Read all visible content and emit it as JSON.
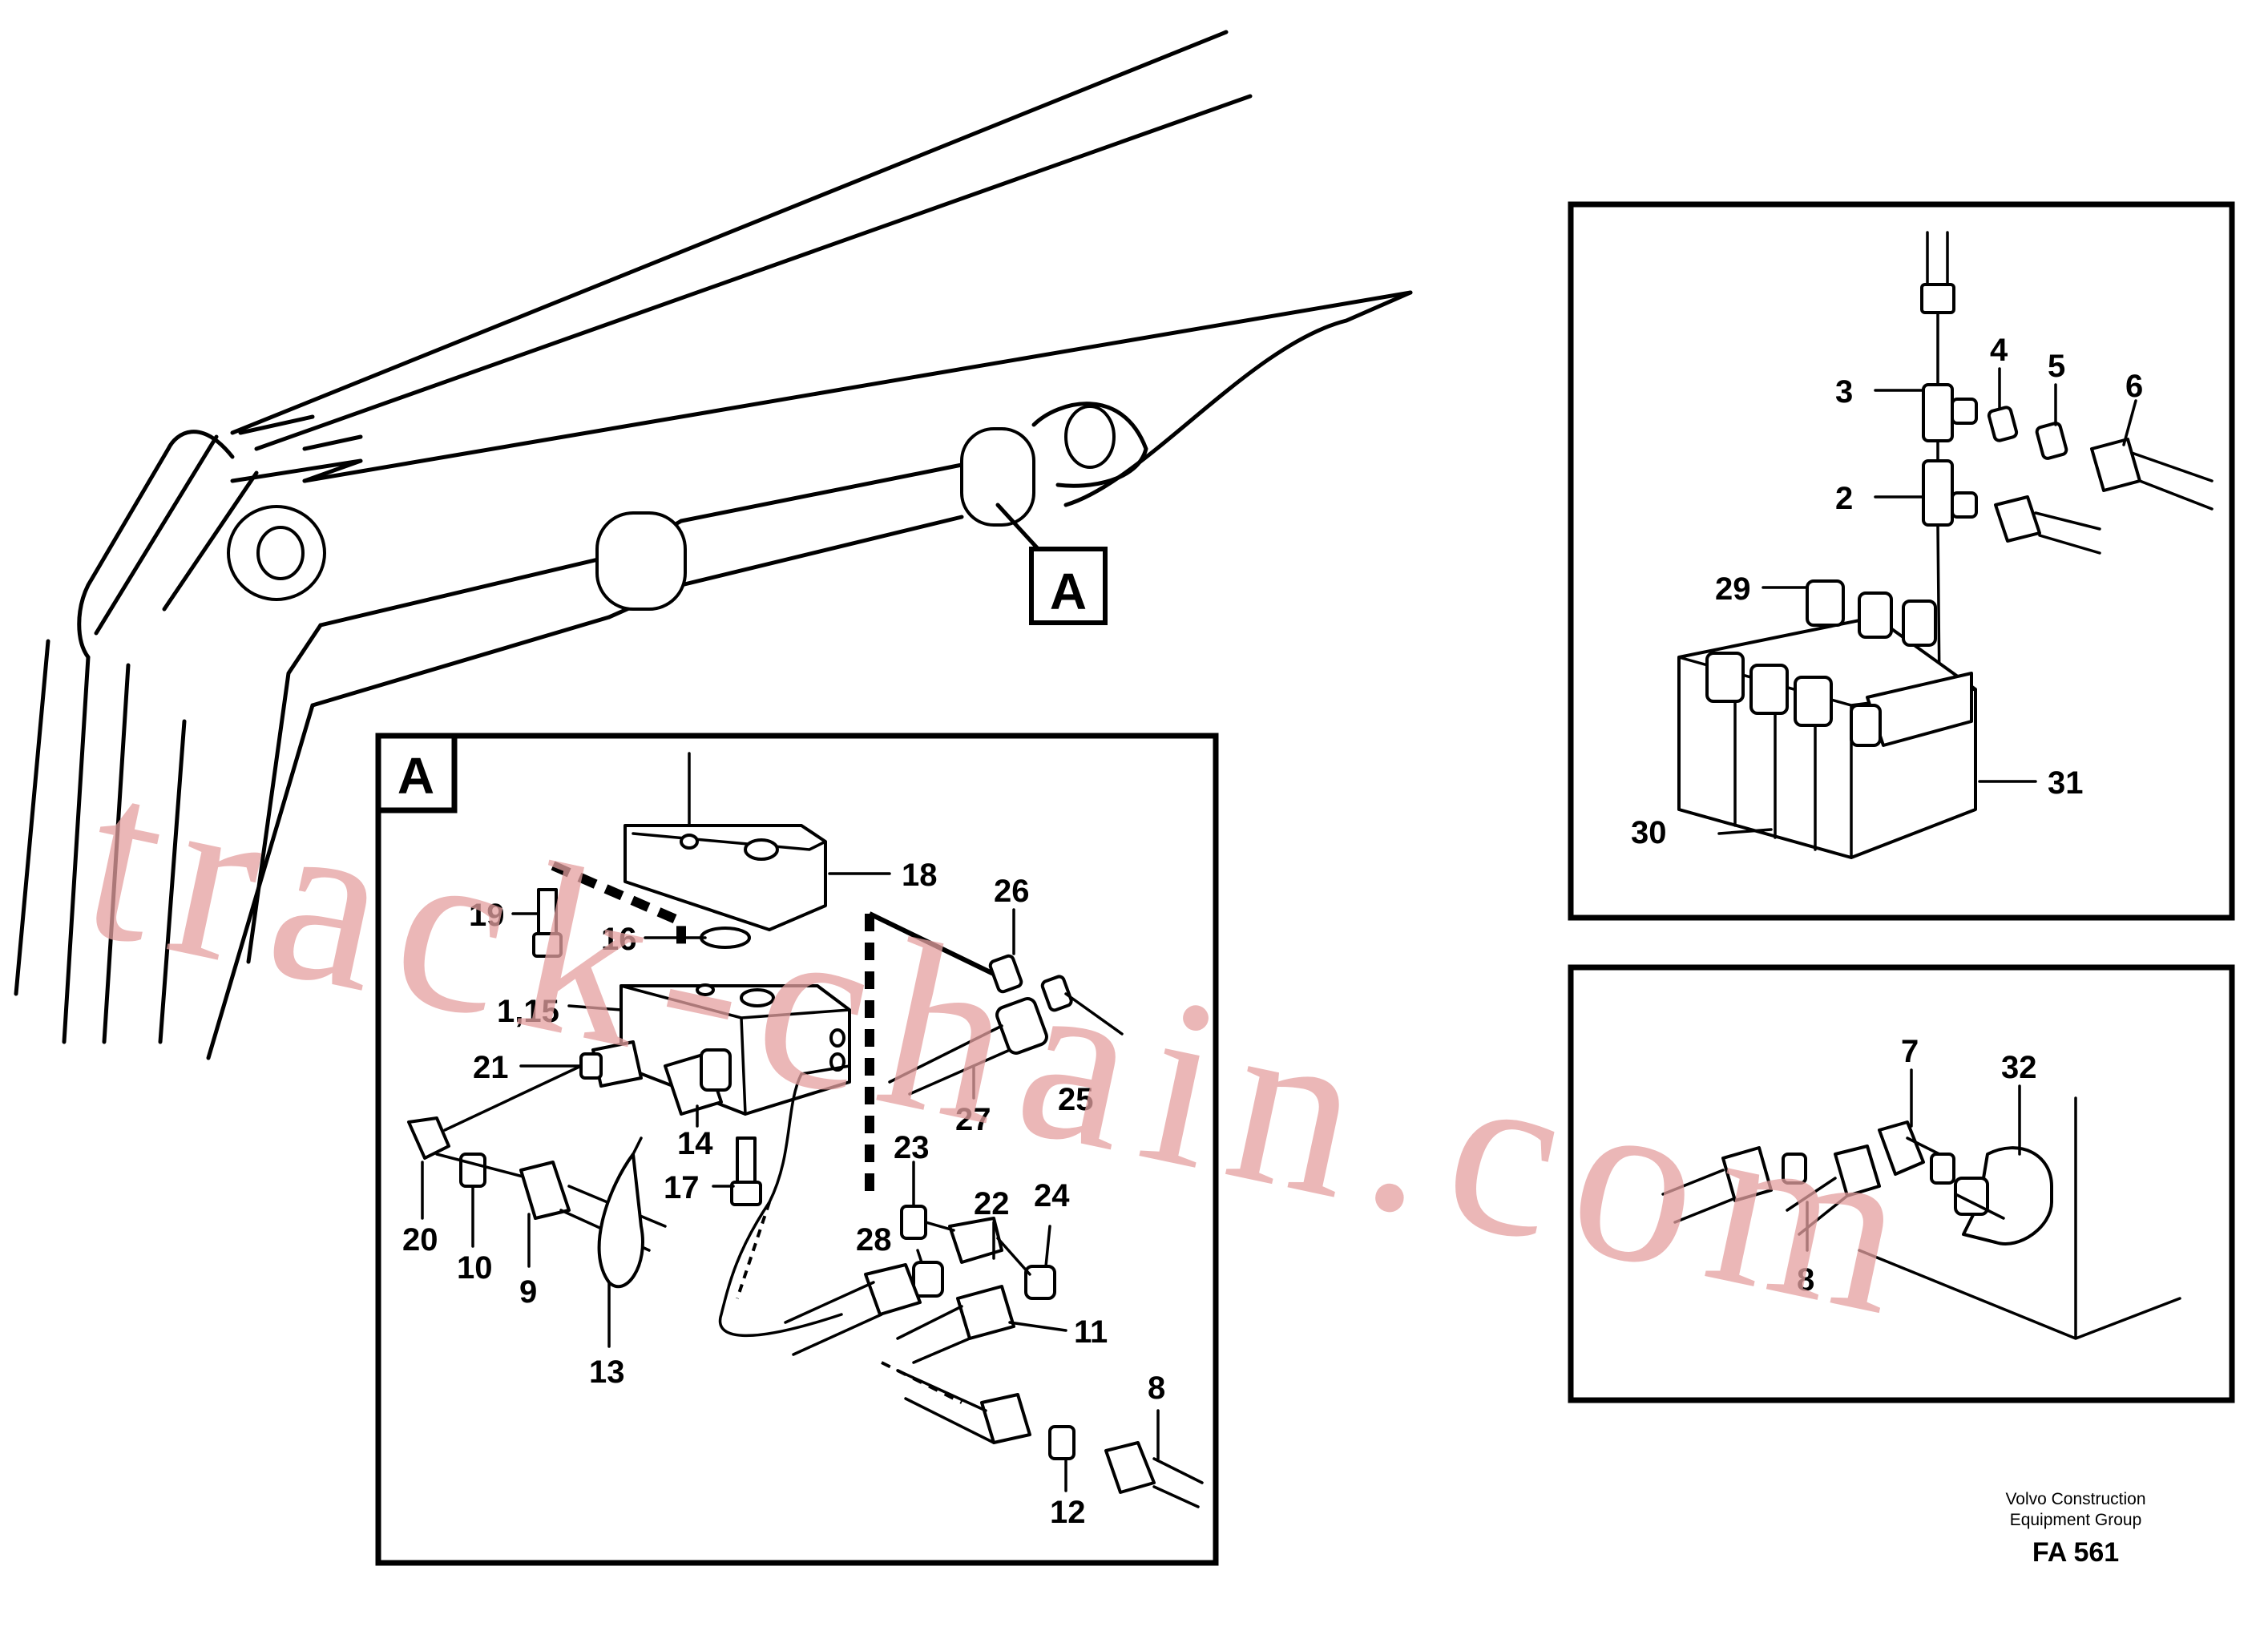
{
  "watermark": "track-chain.com",
  "main_view": {
    "detail_tag": "A"
  },
  "detail_a": {
    "frame_label": "A",
    "callouts": [
      {
        "id": "c18",
        "text": "18"
      },
      {
        "id": "c19",
        "text": "19"
      },
      {
        "id": "c16",
        "text": "16"
      },
      {
        "id": "c115",
        "text": "1,15"
      },
      {
        "id": "c21",
        "text": "21"
      },
      {
        "id": "c14",
        "text": "14"
      },
      {
        "id": "c17",
        "text": "17"
      },
      {
        "id": "c20",
        "text": "20"
      },
      {
        "id": "c10",
        "text": "10"
      },
      {
        "id": "c9",
        "text": "9"
      },
      {
        "id": "c13",
        "text": "13"
      },
      {
        "id": "c26",
        "text": "26"
      },
      {
        "id": "c27",
        "text": "27"
      },
      {
        "id": "c25",
        "text": "25"
      },
      {
        "id": "c23",
        "text": "23"
      },
      {
        "id": "c22",
        "text": "22"
      },
      {
        "id": "c24",
        "text": "24"
      },
      {
        "id": "c28",
        "text": "28"
      },
      {
        "id": "c11",
        "text": "11"
      },
      {
        "id": "c8a",
        "text": "8"
      },
      {
        "id": "c12",
        "text": "12"
      }
    ]
  },
  "detail_valve": {
    "callouts": [
      {
        "id": "v4",
        "text": "4"
      },
      {
        "id": "v5",
        "text": "5"
      },
      {
        "id": "v6",
        "text": "6"
      },
      {
        "id": "v3",
        "text": "3"
      },
      {
        "id": "v2",
        "text": "2"
      },
      {
        "id": "v29",
        "text": "29"
      },
      {
        "id": "v31",
        "text": "31"
      },
      {
        "id": "v30",
        "text": "30"
      }
    ]
  },
  "detail_connection": {
    "callouts": [
      {
        "id": "k7",
        "text": "7"
      },
      {
        "id": "k32",
        "text": "32"
      },
      {
        "id": "k8",
        "text": "8"
      }
    ]
  },
  "footer": {
    "company_line1": "Volvo Construction",
    "company_line2": "Equipment Group",
    "code": "FA 561"
  }
}
